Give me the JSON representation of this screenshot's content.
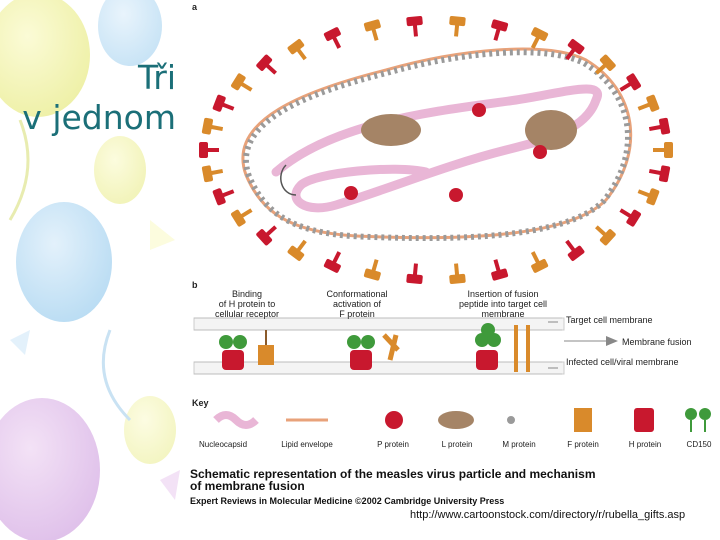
{
  "slide": {
    "title_line1": "Tři",
    "title_line2": "v jednom"
  },
  "figure": {
    "panel_a_label": "a",
    "panel_b_label": "b",
    "steps": [
      "Binding\nof H protein to\ncellular receptor",
      "Conformational\nactivation of\nF protein",
      "Insertion of fusion\npeptide into target cell\nmembrane"
    ],
    "membranes": {
      "target": "Target cell membrane",
      "fusion": "Membrane fusion",
      "infected": "Infected cell/viral membrane"
    },
    "key_label": "Key",
    "key_items": [
      "Nucleocapsid",
      "Lipid envelope",
      "P protein",
      "L protein",
      "M protein",
      "F protein",
      "H protein",
      "CD150"
    ],
    "caption": "Schematic representation of the measles virus particle and mechanism of membrane fusion",
    "credit": "Expert Reviews in Molecular Medicine ©2002 Cambridge University Press"
  },
  "source_url": "http://www.cartoonstock.com/directory/r/rubella_gifts.asp",
  "colors": {
    "title": "#1b6f78",
    "envelope": "#e8a27a",
    "f_protein": "#d98a2b",
    "h_protein": "#c8182e",
    "nucleocapsid": "#e9b6d6",
    "l_protein": "#a58466",
    "cd150": "#3f9a3b"
  },
  "icons": [
    "balloon-decoration",
    "virus-diagram",
    "fusion-diagram"
  ]
}
